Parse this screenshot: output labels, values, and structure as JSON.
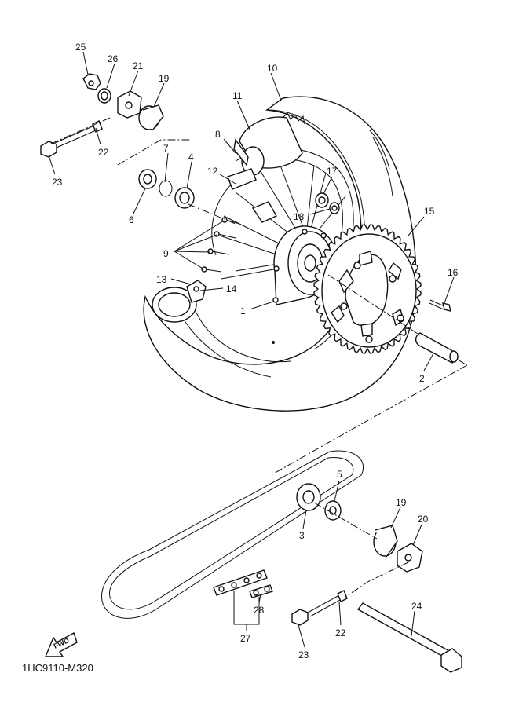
{
  "diagram_code": "1HC9110-M320",
  "fwd_label": "FWD",
  "callouts": [
    {
      "id": "c25",
      "text": "25"
    },
    {
      "id": "c26",
      "text": "26"
    },
    {
      "id": "c21",
      "text": "21"
    },
    {
      "id": "c19a",
      "text": "19"
    },
    {
      "id": "c10",
      "text": "10"
    },
    {
      "id": "c11",
      "text": "11"
    },
    {
      "id": "c8",
      "text": "8"
    },
    {
      "id": "c22a",
      "text": "22"
    },
    {
      "id": "c23a",
      "text": "23"
    },
    {
      "id": "c7",
      "text": "7"
    },
    {
      "id": "c4",
      "text": "4"
    },
    {
      "id": "c12",
      "text": "12"
    },
    {
      "id": "c17",
      "text": "17"
    },
    {
      "id": "c18",
      "text": "18"
    },
    {
      "id": "c6",
      "text": "6"
    },
    {
      "id": "c15",
      "text": "15"
    },
    {
      "id": "c9",
      "text": "9"
    },
    {
      "id": "c16",
      "text": "16"
    },
    {
      "id": "c13",
      "text": "13"
    },
    {
      "id": "c14",
      "text": "14"
    },
    {
      "id": "c1",
      "text": "1"
    },
    {
      "id": "c2",
      "text": "2"
    },
    {
      "id": "c5",
      "text": "5"
    },
    {
      "id": "c3",
      "text": "3"
    },
    {
      "id": "c19b",
      "text": "19"
    },
    {
      "id": "c20",
      "text": "20"
    },
    {
      "id": "c24",
      "text": "24"
    },
    {
      "id": "c28",
      "text": "28"
    },
    {
      "id": "c22b",
      "text": "22"
    },
    {
      "id": "c27",
      "text": "27"
    },
    {
      "id": "c23b",
      "text": "23"
    }
  ]
}
